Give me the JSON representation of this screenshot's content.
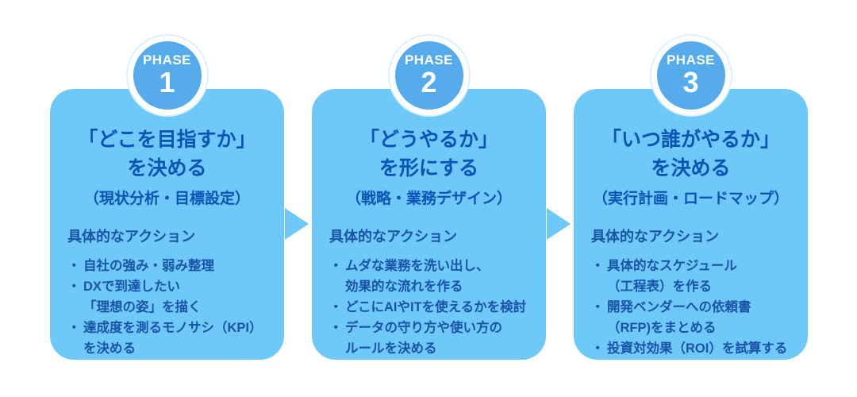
{
  "diagram": {
    "badge_label": "PHASE",
    "bullet_marker": "・",
    "colors": {
      "card_bg": "#6ec8f8",
      "badge_bg": "#55abeb",
      "badge_ring": "#ffffff",
      "arrow": "#6ec8f8",
      "title_text": "#0b53b6",
      "body_text": "#1a54a8",
      "badge_text": "#ffffff",
      "page_bg": "#ffffff"
    },
    "phases": [
      {
        "number": "1",
        "title_lines": [
          "「どこを目指すか」",
          "を決める"
        ],
        "subtitle": "（現状分析・目標設定）",
        "actions_heading": "具体的なアクション",
        "bullets": [
          {
            "lines": [
              "自社の強み・弱み整理"
            ]
          },
          {
            "lines": [
              "DXで到達したい",
              "「理想の姿」を描く"
            ]
          },
          {
            "lines": [
              "達成度を測るモノサシ（KPI）",
              "を決める"
            ]
          }
        ]
      },
      {
        "number": "2",
        "title_lines": [
          "「どうやるか」",
          "を形にする"
        ],
        "subtitle": "（戦略・業務デザイン）",
        "actions_heading": "具体的なアクション",
        "bullets": [
          {
            "lines": [
              "ムダな業務を洗い出し、",
              "効果的な流れを作る"
            ]
          },
          {
            "lines": [
              "どこにAIやITを使えるかを検討"
            ]
          },
          {
            "lines": [
              "データの守り方や使い方の",
              "ルールを決める"
            ]
          }
        ]
      },
      {
        "number": "3",
        "title_lines": [
          "「いつ誰がやるか」",
          "を決める"
        ],
        "subtitle": "（実行計画・ロードマップ）",
        "actions_heading": "具体的なアクション",
        "bullets": [
          {
            "lines": [
              "具体的なスケジュール",
              "（工程表）を作る"
            ]
          },
          {
            "lines": [
              "開発ベンダーへの依頼書",
              "（RFP)をまとめる"
            ]
          },
          {
            "lines": [
              "投資対効果（ROI）を試算する"
            ]
          }
        ]
      }
    ]
  }
}
